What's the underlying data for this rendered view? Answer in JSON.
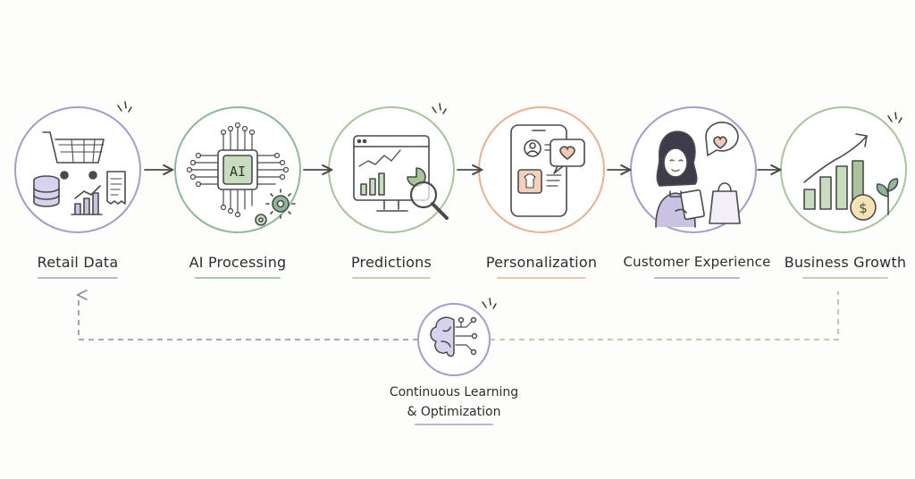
{
  "steps": [
    {
      "label": "Retail Data",
      "color": "#a79cc9"
    },
    {
      "label": "AI Processing",
      "color": "#8fb79a"
    },
    {
      "label": "Predictions",
      "color": "#a9c49a"
    },
    {
      "label": "Personalization",
      "color": "#e5b393"
    },
    {
      "label": "Customer Experience",
      "color": "#a79cc9"
    },
    {
      "label": "Business Growth",
      "color": "#a9c49a"
    }
  ],
  "feedback": {
    "line1": "Continuous Learning",
    "line2": "& Optimization",
    "color": "#a79cc9",
    "dash_left_color": "#8f8aa8",
    "dash_right_color": "#c9b08e"
  },
  "icons": {
    "retail": "shopping-cart-database-receipt-icon",
    "ai": "ai-chip-gear-icon",
    "predictions": "monitor-chart-magnifier-icon",
    "personalization": "phone-profile-heart-icon",
    "customer": "woman-tablet-shopping-bag-icon",
    "growth": "bar-chart-arrow-coin-plant-icon",
    "learning": "brain-network-icon"
  },
  "accents": {
    "ink": "#4a4a4a",
    "purple": "#c9c2e3",
    "green": "#c8dcc0",
    "orange": "#f2d2bd"
  }
}
